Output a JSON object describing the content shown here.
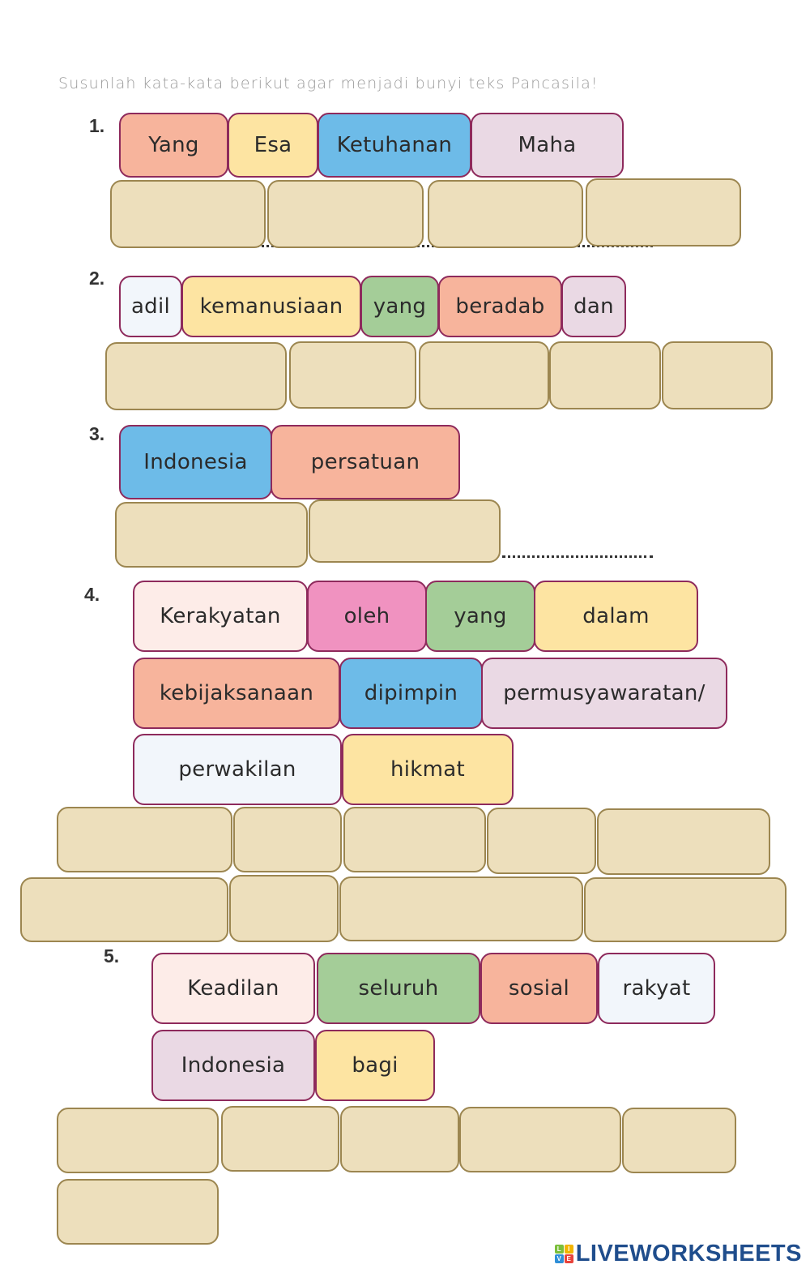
{
  "instruction": "Susunlah kata-kata berikut agar menjadi bunyi teks Pancasila!",
  "colors": {
    "salmon": "#f7b49c",
    "yellow": "#fde4a2",
    "blue": "#6dbbe8",
    "lilac": "#ead9e4",
    "white": "#f2f6fb",
    "green": "#a4cd98",
    "pink": "#f092c0",
    "blush": "#fdece8",
    "slot": "#eddfbc",
    "slot_border": "#9c8650",
    "tile_border": "#8e2a5c"
  },
  "questions": [
    {
      "number": "1.",
      "tiles": [
        "Yang",
        "Esa",
        "Ketuhanan",
        "Maha"
      ],
      "slots": 4
    },
    {
      "number": "2.",
      "tiles": [
        "adil",
        "kemanusiaan",
        "yang",
        "beradab",
        "dan"
      ],
      "slots": 5
    },
    {
      "number": "3.",
      "tiles": [
        "Indonesia",
        "persatuan"
      ],
      "slots": 2
    },
    {
      "number": "4.",
      "tiles": [
        "Kerakyatan",
        "oleh",
        "yang",
        "dalam",
        "kebijaksanaan",
        "dipimpin",
        "permusyawaratan/",
        "perwakilan",
        "hikmat"
      ],
      "slots": 9
    },
    {
      "number": "5.",
      "tiles": [
        "Keadilan",
        "seluruh",
        "sosial",
        "rakyat",
        "Indonesia",
        "bagi"
      ],
      "slots": 6
    }
  ],
  "logo": {
    "badge": [
      "L",
      "I",
      "V",
      "E"
    ],
    "text": "LIVEWORKSHEETS"
  }
}
